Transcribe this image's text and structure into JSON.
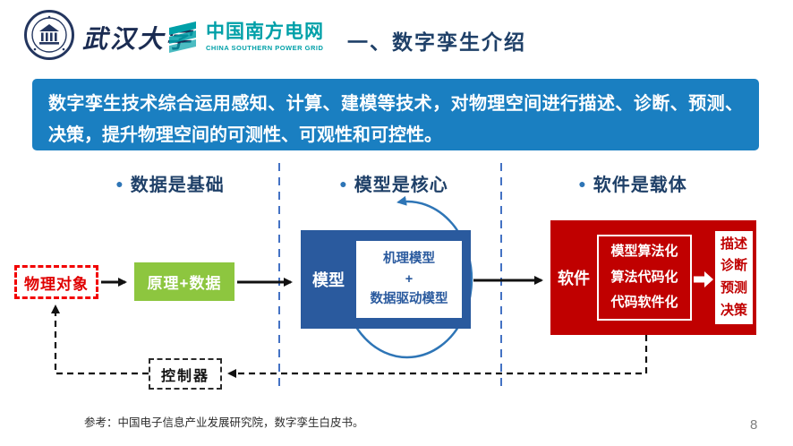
{
  "header": {
    "university_name": "武汉大学",
    "csg_name_cn": "中国南方电网",
    "csg_name_en": "CHINA SOUTHERN POWER GRID",
    "slide_title": "一、数字孪生介绍"
  },
  "banner": {
    "text": "数字孪生技术综合运用感知、计算、建模等技术，对物理空间进行描述、诊断、预测、决策，提升物理空间的可测性、可观性和可控性。"
  },
  "bullet_glyph": "●",
  "sections": [
    {
      "label": "数据是基础"
    },
    {
      "label": "模型是核心"
    },
    {
      "label": "软件是载体"
    }
  ],
  "flow": {
    "physical_object": "物理对象",
    "principle_data": "原理+数据",
    "model_label": "模型",
    "model_inner_line1": "机理模型",
    "model_inner_line2": "+",
    "model_inner_line3": "数据驱动模型",
    "software_label": "软件",
    "software_steps": [
      "模型算法化",
      "算法代码化",
      "代码软件化"
    ],
    "outputs": [
      "描述",
      "诊断",
      "预测",
      "决策"
    ],
    "controller": "控制器"
  },
  "footer": {
    "reference": "参考：中国电子信息产业发展研究院，数字孪生白皮书。",
    "page_number": "8"
  },
  "colors": {
    "banner_blue": "#1A7FC1",
    "navy_text": "#1F4068",
    "green_box": "#8DC63F",
    "model_blue": "#2A5A9E",
    "software_red": "#C00000",
    "csg_teal": "#00A0A8",
    "accent_blue": "#2E75B6",
    "physical_red": "#E00000"
  }
}
